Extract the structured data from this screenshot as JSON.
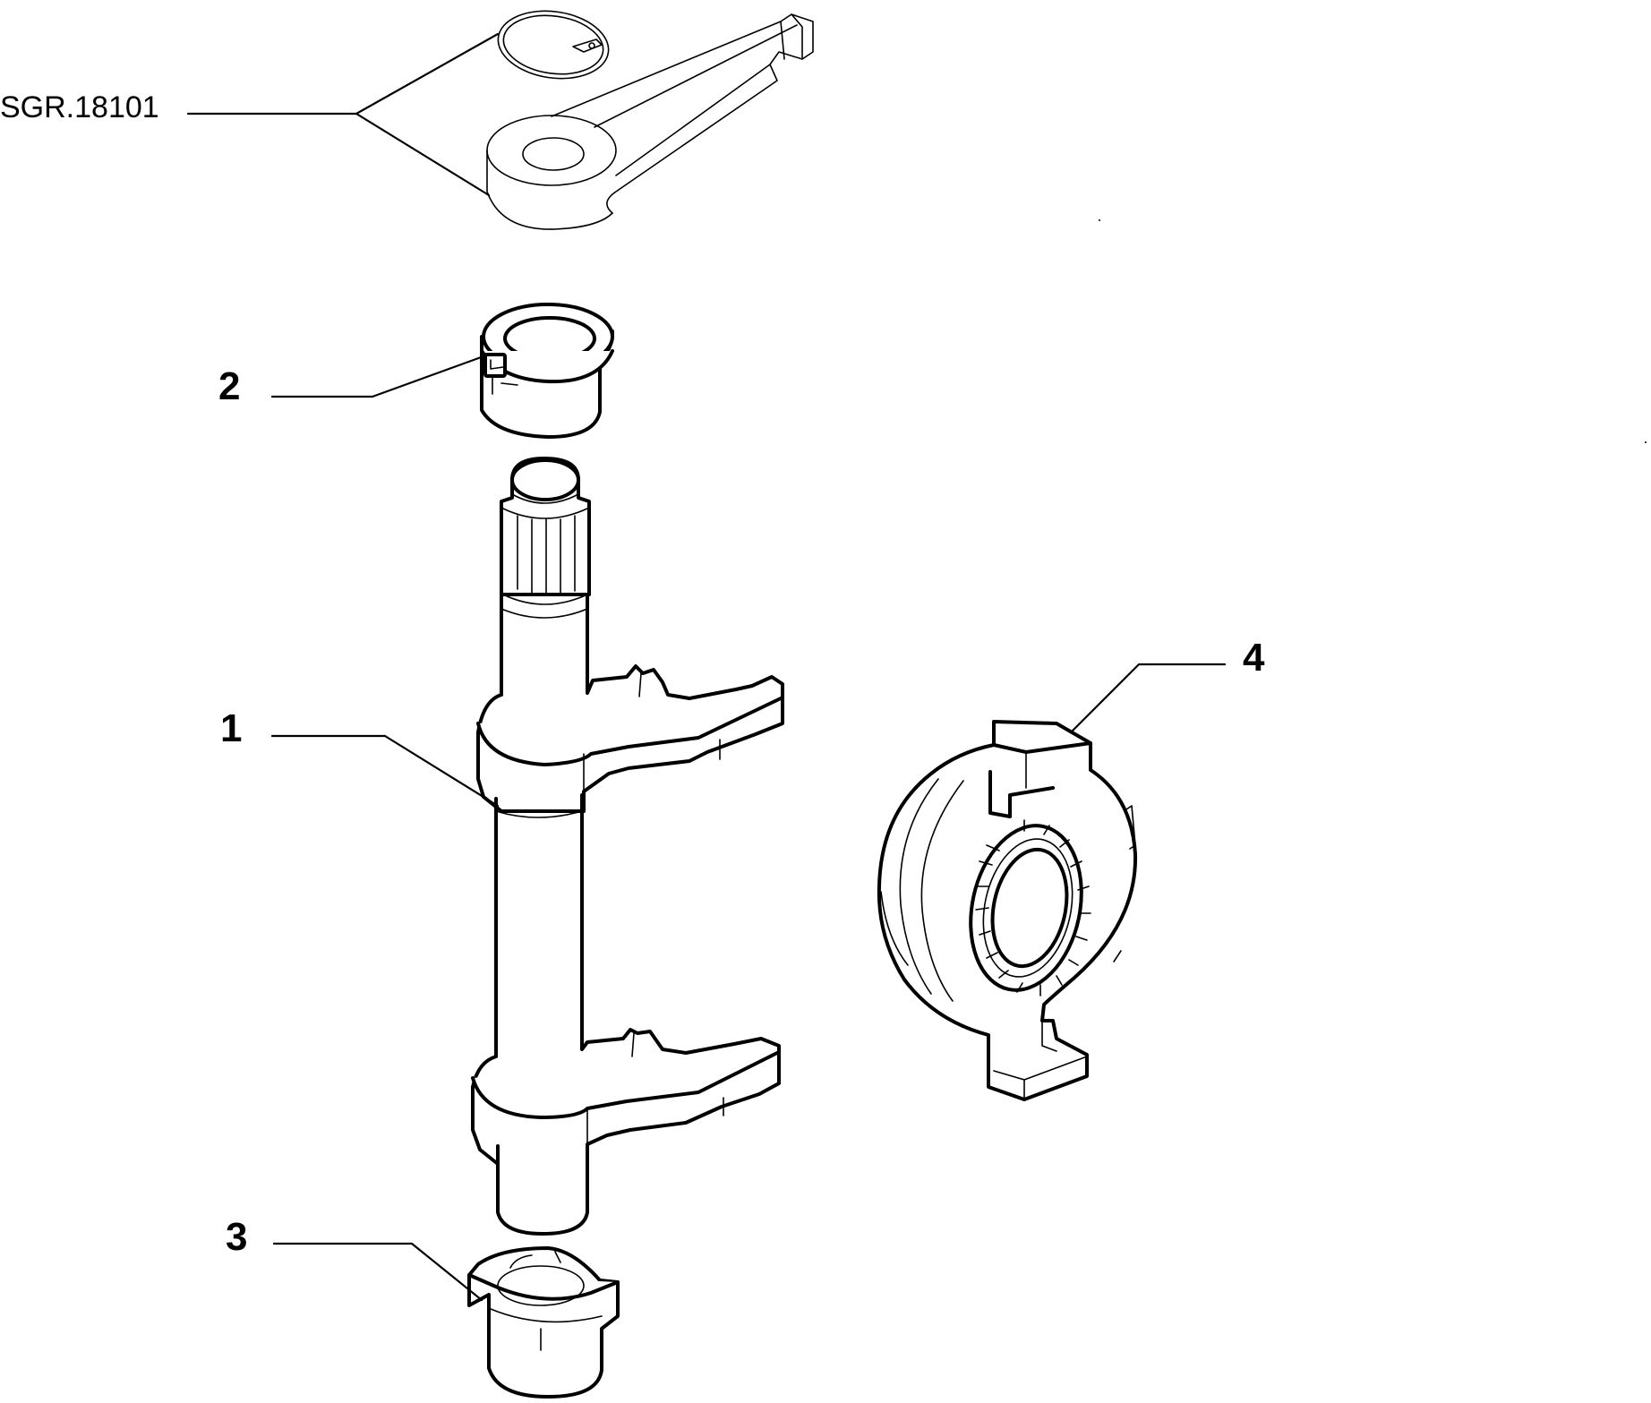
{
  "callouts": {
    "ref_group": "SGR.18101",
    "part_1": "1",
    "part_2": "2",
    "part_3": "3",
    "part_4": "4"
  },
  "parts": [
    {
      "number": "1",
      "icon": "fork-shaft-icon"
    },
    {
      "number": "2",
      "icon": "upper-bushing-icon"
    },
    {
      "number": "3",
      "icon": "lower-bushing-icon"
    },
    {
      "number": "4",
      "icon": "release-bearing-icon"
    }
  ],
  "colors": {
    "line": "#000000",
    "background": "#ffffff"
  }
}
